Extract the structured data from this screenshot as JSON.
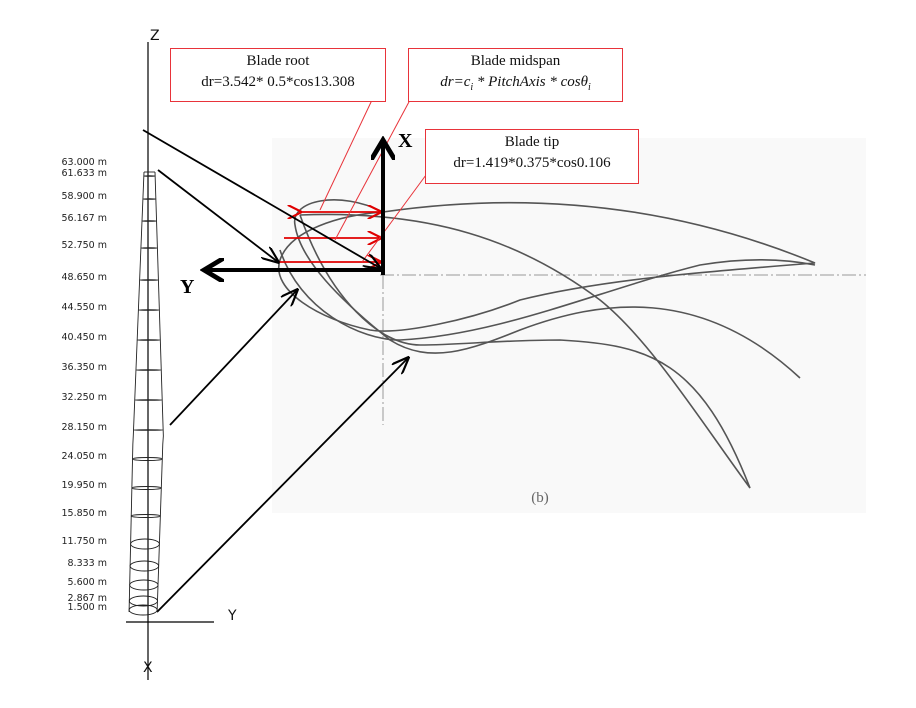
{
  "station_labels": [
    "63.000 m",
    "61.633 m",
    "58.900 m",
    "56.167 m",
    "52.750 m",
    "48.650 m",
    "44.550 m",
    "40.450 m",
    "36.350 m",
    "32.250 m",
    "28.150 m",
    "24.050 m",
    "19.950 m",
    "15.850 m",
    "11.750 m",
    "8.333 m",
    "5.600 m",
    "2.867 m",
    "1.500 m"
  ],
  "axes_left": {
    "z": "Z",
    "y": "Y",
    "x": "X"
  },
  "axes_section": {
    "x": "X",
    "y": "Y"
  },
  "callouts": {
    "root": {
      "title": "Blade root",
      "formula": "dr=3.542* 0.5*cos13.308"
    },
    "midspan": {
      "title": "Blade midspan",
      "formula_pre": "dr=c",
      "sub1": "i",
      "formula_mid": " * PitchAxis * cosθ",
      "sub2": "i"
    },
    "tip": {
      "title": "Blade tip",
      "formula": "dr=1.419*0.375*cos0.106"
    }
  },
  "panel_label": "(b)",
  "colors": {
    "callout": "#e8333a",
    "arrow": "#e00000",
    "curve": "#555555"
  }
}
